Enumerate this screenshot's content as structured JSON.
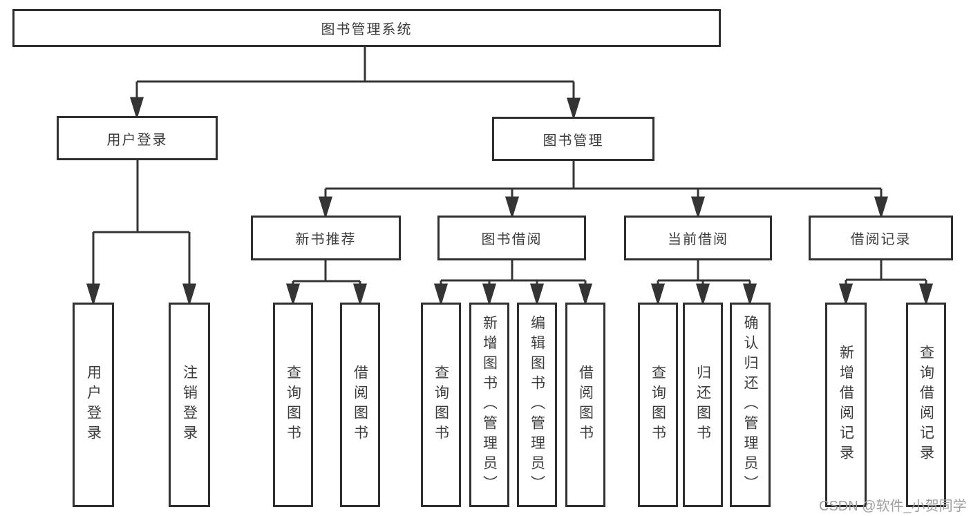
{
  "diagram": {
    "root": "图书管理系统",
    "branches": [
      {
        "label": "用户登录",
        "children": [
          "用户登录",
          "注销登录"
        ]
      },
      {
        "label": "图书管理",
        "groups": [
          {
            "label": "新书推荐",
            "children": [
              "查询图书",
              "借阅图书"
            ]
          },
          {
            "label": "图书借阅",
            "children": [
              "查询图书",
              "新增图书（管理员）",
              "编辑图书（管理员）",
              "借阅图书"
            ]
          },
          {
            "label": "当前借阅",
            "children": [
              "查询图书",
              "归还图书",
              "确认归还（管理员）"
            ]
          },
          {
            "label": "借阅记录",
            "children": [
              "新增借阅记录",
              "查询借阅记录"
            ]
          }
        ]
      }
    ]
  },
  "watermark": "CSDN @软件_小贺同学",
  "colors": {
    "line": "#343434",
    "border": "#2f2f2f",
    "text": "#3c3c3c",
    "watermark_text": "#9e9e9e",
    "background": "#ffffff"
  }
}
